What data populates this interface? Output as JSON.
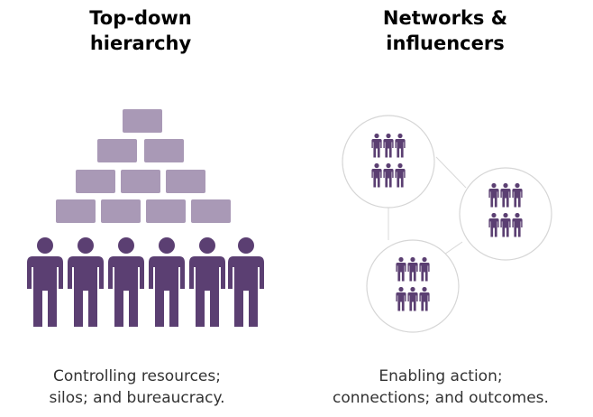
{
  "left": {
    "title": [
      "Top-down",
      "hierarchy"
    ],
    "caption": [
      "Controlling resources;",
      "silos; and bureaucracy."
    ]
  },
  "right": {
    "title": [
      "Networks &",
      "influencers"
    ],
    "caption": [
      "Enabling action;",
      "connections; and outcomes."
    ]
  },
  "colors": {
    "brick": "#a999b6",
    "person": "#5b3f72",
    "circle_border": "#d6d6d6",
    "connector": "#d9d9d9",
    "text": "#333333"
  },
  "icons": {
    "brick": "brick-icon",
    "person": "person-icon",
    "group": "people-group-icon"
  }
}
